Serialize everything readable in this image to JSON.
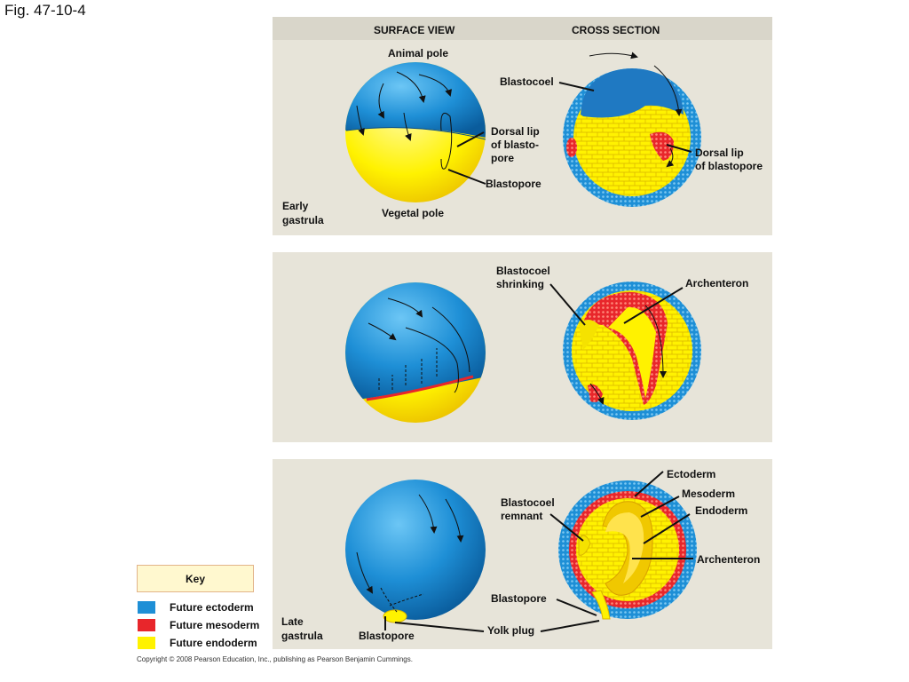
{
  "figure": {
    "label": "Fig. 47-10-4"
  },
  "headers": {
    "surface": "SURFACE VIEW",
    "cross": "CROSS SECTION"
  },
  "panel1": {
    "animal_pole": "Animal pole",
    "vegetal_pole": "Vegetal pole",
    "dorsal_lip_surface": [
      "Dorsal lip",
      "of blasto-",
      "pore"
    ],
    "blastopore": "Blastopore",
    "blastocoel": "Blastocoel",
    "dorsal_lip_cross": [
      "Dorsal lip",
      "of blastopore"
    ],
    "stage": [
      "Early",
      "gastrula"
    ]
  },
  "panel2": {
    "blastocoel_shrinking": [
      "Blastocoel",
      "shrinking"
    ],
    "archenteron": "Archenteron"
  },
  "panel3": {
    "ectoderm": "Ectoderm",
    "mesoderm": "Mesoderm",
    "endoderm": "Endoderm",
    "blastocoel_remnant": [
      "Blastocoel",
      "remnant"
    ],
    "archenteron": "Archenteron",
    "blastopore_cross": "Blastopore",
    "yolk_plug": "Yolk plug",
    "blastopore_surface": "Blastopore",
    "stage": [
      "Late",
      "gastrula"
    ]
  },
  "key": {
    "title": "Key",
    "items": [
      {
        "label": "Future ectoderm",
        "color": "#1e8fd6"
      },
      {
        "label": "Future mesoderm",
        "color": "#e8262b"
      },
      {
        "label": "Future endoderm",
        "color": "#fff200"
      }
    ]
  },
  "colors": {
    "ectoderm": "#1e8fd6",
    "mesoderm": "#e8262b",
    "endoderm": "#fff200",
    "panel_bg": "#e7e4d9"
  },
  "copyright": "Copyright © 2008 Pearson Education, Inc., publishing as Pearson Benjamin Cummings."
}
